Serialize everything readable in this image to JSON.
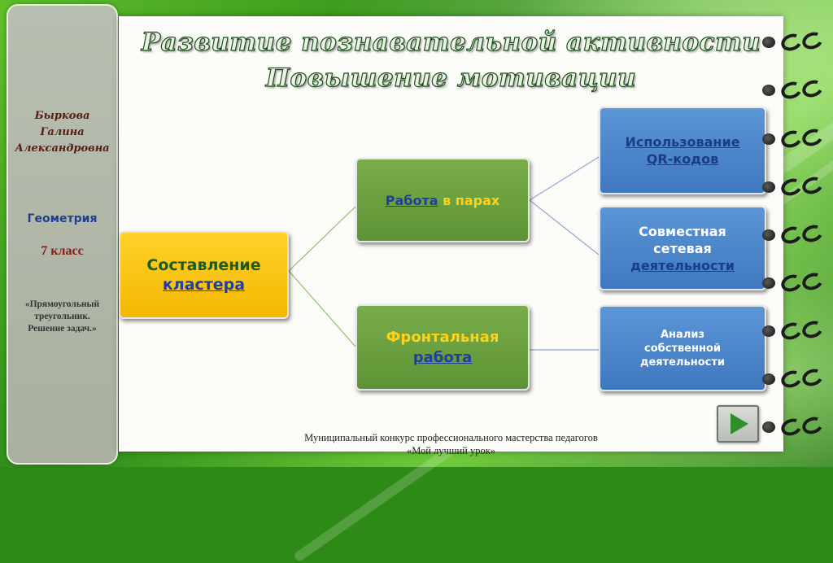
{
  "title": {
    "line1": "Развитие познавательной активности",
    "line2": "Повышение  мотивации"
  },
  "sidebar": {
    "author_lines": [
      "Быркова",
      "Галина",
      "Александровна"
    ],
    "subject": "Геометрия",
    "grade": "7 класс",
    "topic_lines": [
      "«Прямоугольный",
      "треугольник.",
      "Решение задач.»"
    ]
  },
  "diagram": {
    "root": {
      "line1": "Составление",
      "line2": "кластера"
    },
    "pairs": {
      "part1": "Работа",
      "part2": " в парах"
    },
    "frontal": {
      "line1": "Фронтальная",
      "line2": "работа"
    },
    "qr": {
      "line1": "Использование",
      "line2": "QR-кодов"
    },
    "network": {
      "line1": "Совместная",
      "line2": "сетевая",
      "line3": "деятельности"
    },
    "analysis": {
      "line1": "Анализ",
      "line2": "собственной",
      "line3": "деятельности"
    }
  },
  "footer": {
    "line1": "Муниципальный конкурс профессионального мастерства педагогов",
    "line2": "«Мой лучший урок»"
  },
  "icons": {
    "next": "play-triangle-icon",
    "binding": "spiral-ring-icon"
  },
  "colors": {
    "root_box": "#f5bd00",
    "green_box": "#6a9e3f",
    "blue_box": "#4a86cb",
    "title_outline": "#1c4d1a"
  }
}
